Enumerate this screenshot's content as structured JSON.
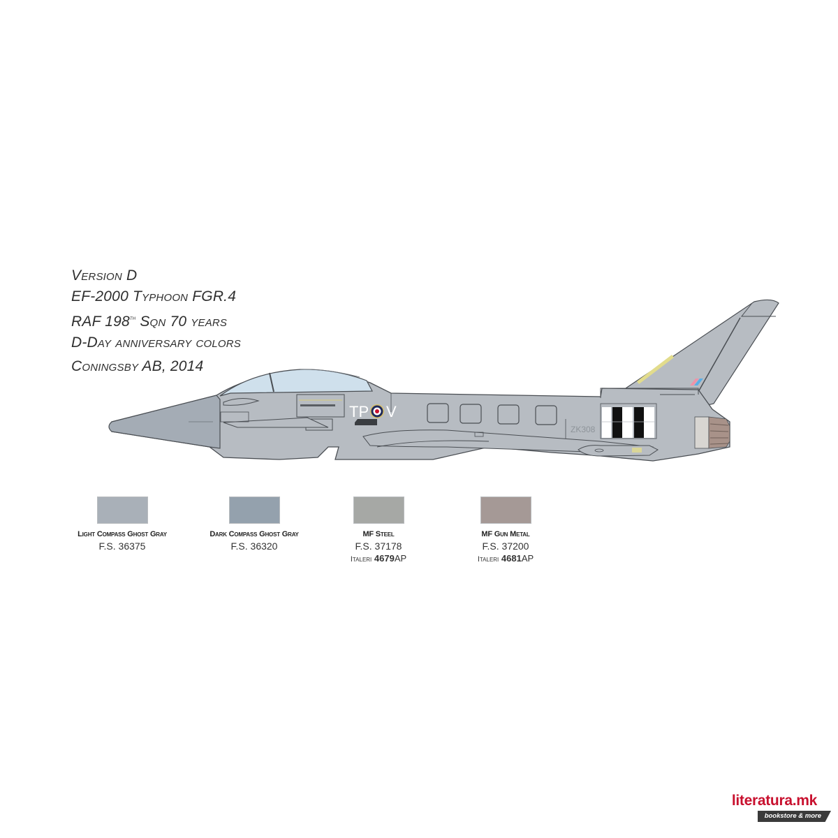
{
  "title": {
    "lines": [
      "Version D",
      "EF-2000 Typhoon FGR.4",
      "RAF 198",
      "D-Day anniversary colors",
      "Coningsby AB, 2014"
    ],
    "line3_suffix_sup": "th",
    "line3_rest": " Sqn 70 years"
  },
  "aircraft": {
    "code_letters_left": "TP",
    "code_letters_right": "V",
    "serial": "ZK308",
    "colors": {
      "fuselage": "#b7bcc2",
      "nose": "#a4acb5",
      "canopy": "#cfe0ec",
      "outline": "#4a4e53",
      "roundel_outer": "#d9c06a",
      "roundel_blue": "#1f2a5a",
      "roundel_white": "#ffffff",
      "roundel_red": "#c8102e",
      "invasion_black": "#111111",
      "invasion_white": "#ffffff",
      "exhaust": "#a89289",
      "nozzle_light": "#d8d6d2",
      "fin_stripe_yellow": "#e2dc8c",
      "fin_flash_red": "#ee93a8",
      "fin_flash_blue": "#5aaee6"
    }
  },
  "swatches": [
    {
      "name": "Light Compass Ghost Gray",
      "fs": "F.S. 36375",
      "color": "#a9b0b8"
    },
    {
      "name": "Dark Compass Ghost Gray",
      "fs": "F.S. 36320",
      "color": "#94a1ad"
    },
    {
      "name": "MF Steel",
      "fs": "F.S. 37178",
      "italeri_brand": "Italeri",
      "italeri_code": "4679",
      "italeri_suffix": "AP",
      "color": "#a6a8a5"
    },
    {
      "name": "MF Gun Metal",
      "fs": "F.S. 37200",
      "italeri_brand": "Italeri",
      "italeri_code": "4681",
      "italeri_suffix": "AP",
      "color": "#a59996"
    }
  ],
  "logo": {
    "name": "literatura.mk",
    "tagline": "bookstore & more"
  }
}
